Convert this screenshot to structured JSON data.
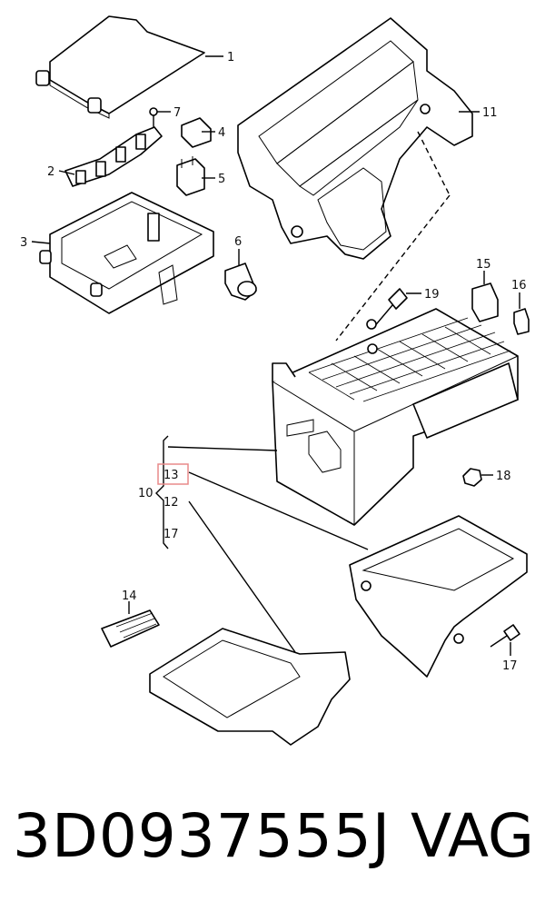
{
  "diagram": {
    "callouts": [
      {
        "id": "1",
        "label": "1"
      },
      {
        "id": "2",
        "label": "2"
      },
      {
        "id": "3",
        "label": "3"
      },
      {
        "id": "4",
        "label": "4"
      },
      {
        "id": "5",
        "label": "5"
      },
      {
        "id": "6",
        "label": "6"
      },
      {
        "id": "7",
        "label": "7"
      },
      {
        "id": "10",
        "label": "10"
      },
      {
        "id": "11",
        "label": "11"
      },
      {
        "id": "12",
        "label": "12"
      },
      {
        "id": "13",
        "label": "13",
        "highlighted": true
      },
      {
        "id": "14",
        "label": "14"
      },
      {
        "id": "15",
        "label": "15"
      },
      {
        "id": "16",
        "label": "16"
      },
      {
        "id": "17a",
        "label": "17"
      },
      {
        "id": "17b",
        "label": "17"
      },
      {
        "id": "18",
        "label": "18"
      },
      {
        "id": "19",
        "label": "19"
      }
    ],
    "highlight_color": "#e88a8a"
  },
  "footer": {
    "part_number": "3D0937555J",
    "brand": "VAG"
  }
}
